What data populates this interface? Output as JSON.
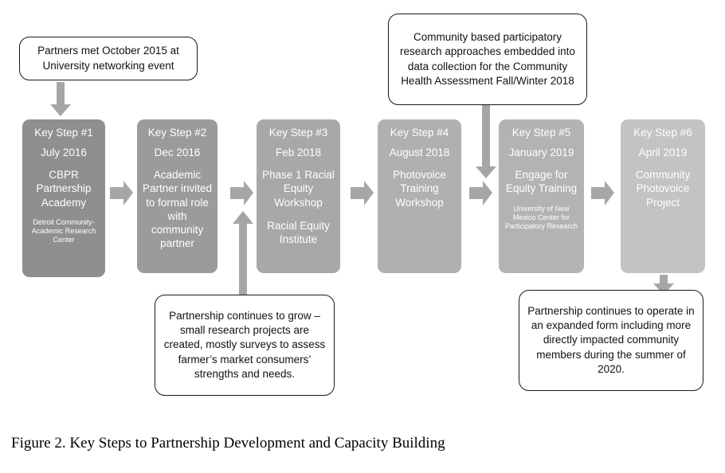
{
  "figure": {
    "caption": "Figure 2. Key Steps to Partnership Development and Capacity Building"
  },
  "colors": {
    "step1_fill": "#8f8f8f",
    "step2_fill": "#9b9b9b",
    "step3_fill": "#a8a8a8",
    "step4_fill": "#b0b0b0",
    "step5_fill": "#b3b3b3",
    "step6_fill": "#c3c3c3",
    "arrow_fill": "#a6a6a6",
    "callout_border": "#1a1a1a",
    "callout_text": "#111111",
    "step_text": "#ffffff",
    "background": "#ffffff"
  },
  "top_callouts": [
    {
      "id": "partners-met",
      "text": "Partners met October 2015 at University networking event"
    },
    {
      "id": "cbpr-embedded",
      "text": "Community based participatory research approaches embedded into data collection for the Community Health Assessment Fall/Winter 2018"
    }
  ],
  "steps": [
    {
      "id": "key-step-1",
      "head": "Key Step #1",
      "date": "July 2016",
      "body": "CBPR Partnership Academy",
      "body2": "",
      "sub": "Detroit Community-Academic Research Center"
    },
    {
      "id": "key-step-2",
      "head": "Key Step #2",
      "date": "Dec 2016",
      "body": "Academic Partner invited to formal role with community partner",
      "body2": "",
      "sub": ""
    },
    {
      "id": "key-step-3",
      "head": "Key Step #3",
      "date": "Feb 2018",
      "body": "Phase 1 Racial Equity Workshop",
      "body2": "Racial Equity Institute",
      "sub": ""
    },
    {
      "id": "key-step-4",
      "head": "Key Step #4",
      "date": "August 2018",
      "body": "Photovoice Training Workshop",
      "body2": "",
      "sub": ""
    },
    {
      "id": "key-step-5",
      "head": "Key Step #5",
      "date": "January 2019",
      "body": "Engage for Equity Training",
      "body2": "",
      "sub": "University of New Mexico Center for Participatory Research"
    },
    {
      "id": "key-step-6",
      "head": "Key Step #6",
      "date": "April 2019",
      "body": "Community Photovoice Project",
      "body2": "",
      "sub": ""
    }
  ],
  "bottom_callouts": [
    {
      "id": "partnership-grows",
      "text": "Partnership continues to grow – small research projects are created, mostly surveys to assess farmer’s market consumers’ strengths and needs."
    },
    {
      "id": "partnership-expands",
      "text": "Partnership continues to operate in an expanded form including more directly impacted community members during the summer of 2020."
    }
  ],
  "arrows": [
    {
      "id": "down-arrow-to-step-1",
      "direction": "down"
    },
    {
      "id": "down-arrow-to-step-5-gap",
      "direction": "down"
    },
    {
      "id": "up-arrow-to-step-3-gap",
      "direction": "up"
    },
    {
      "id": "down-arrow-from-step-6",
      "direction": "down"
    },
    {
      "id": "right-arrow-step-1-to-2",
      "direction": "right"
    },
    {
      "id": "right-arrow-step-2-to-3",
      "direction": "right"
    },
    {
      "id": "right-arrow-step-3-to-4",
      "direction": "right"
    },
    {
      "id": "right-arrow-step-4-to-5",
      "direction": "right"
    },
    {
      "id": "right-arrow-step-5-to-6",
      "direction": "right"
    }
  ]
}
